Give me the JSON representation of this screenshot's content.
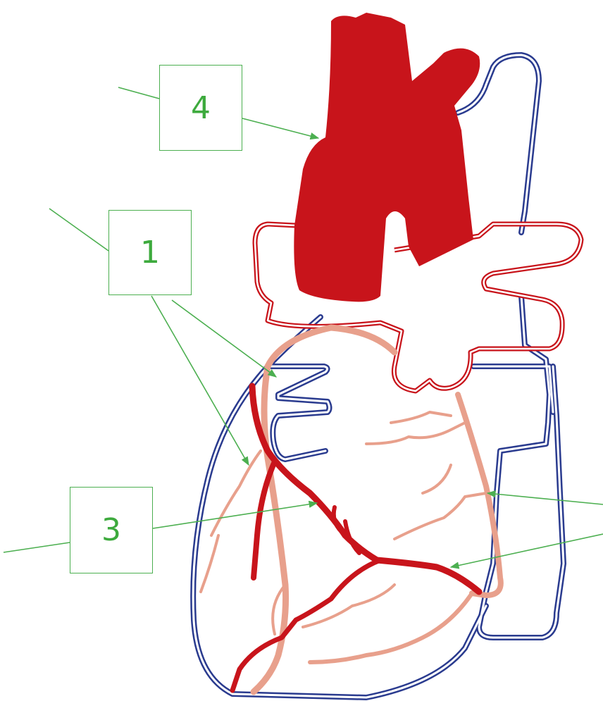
{
  "labels": {
    "four": "4",
    "one": "1",
    "three": "3"
  },
  "colors": {
    "aorta": "#c8141b",
    "coronary_artery": "#c8141b",
    "cardiac_vein_surface": "#e8a08c",
    "vein_outline": "#2a3b8f",
    "pulmonary_outline": "#c8141b",
    "leader_line": "#4caf50",
    "label_text": "#3daa3d"
  }
}
